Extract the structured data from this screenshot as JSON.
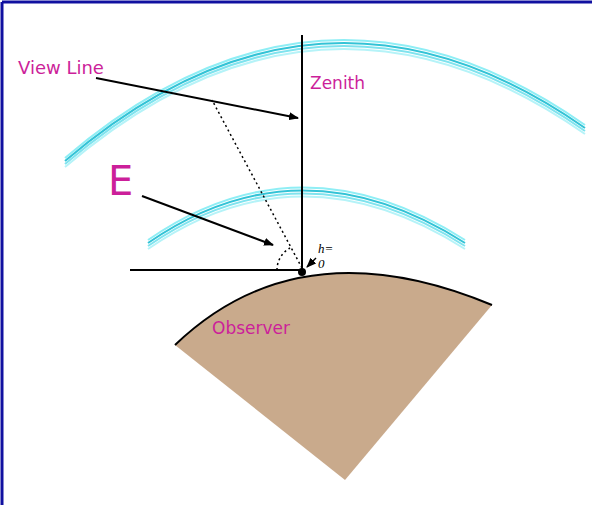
{
  "diagram": {
    "nodes": [
      {
        "text": [
          "Observer"
        ]
      }
    ],
    "labels": [
      "View Line",
      "Zenith",
      "E",
      "h= 0"
    ]
  }
}
